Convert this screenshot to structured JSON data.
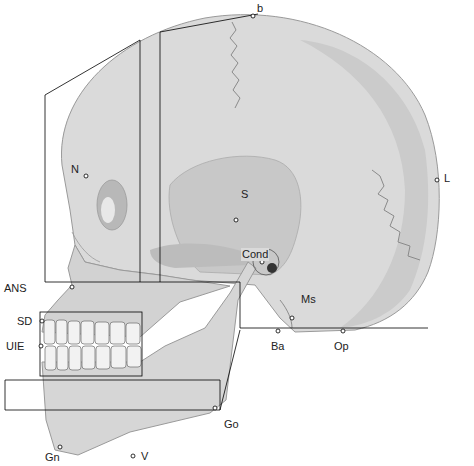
{
  "diagram": {
    "labels": [
      "b",
      "N",
      "L",
      "S",
      "Cond",
      "ANS",
      "Ms",
      "SD",
      "UIE",
      "Ba",
      "Op",
      "Go",
      "Gn",
      "V"
    ]
  }
}
